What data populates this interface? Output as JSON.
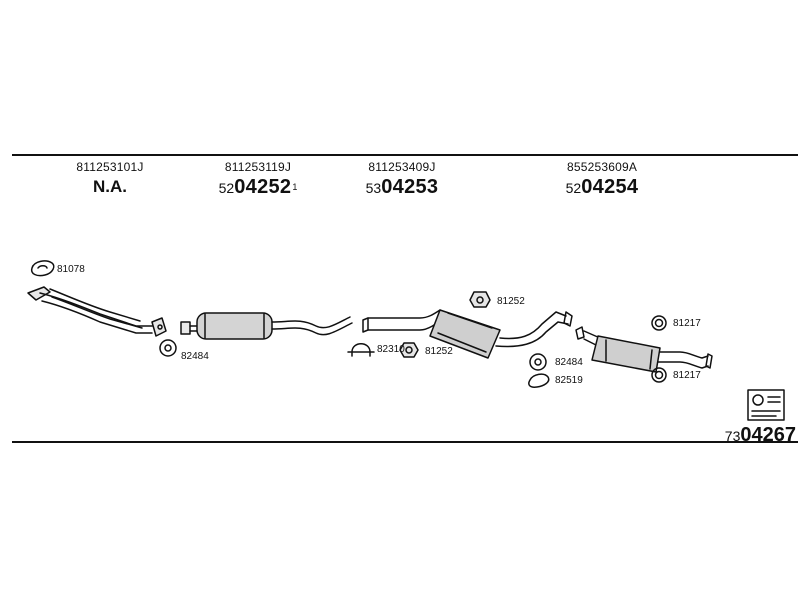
{
  "columns": [
    {
      "part_number": "811253101J",
      "status": "N.A."
    },
    {
      "part_number": "811253119J",
      "code_prefix": "52",
      "code_main": "04252",
      "code_note": "1"
    },
    {
      "part_number": "811253409J",
      "code_prefix": "53",
      "code_main": "04253"
    },
    {
      "part_number": "855253609A",
      "code_prefix": "52",
      "code_main": "04254"
    }
  ],
  "labels": {
    "gasket_81078": "81078",
    "ring_82484_a": "82484",
    "clamp_82310": "82310",
    "ring_81252_a": "81252",
    "ring_81252_b": "81252",
    "ring_82484_b": "82484",
    "clamp_82519": "82519",
    "ring_81217_a": "81217",
    "ring_81217_b": "81217"
  },
  "kit_reference": {
    "prefix": "73",
    "main": "04267",
    "icon": "kit-box-icon"
  }
}
